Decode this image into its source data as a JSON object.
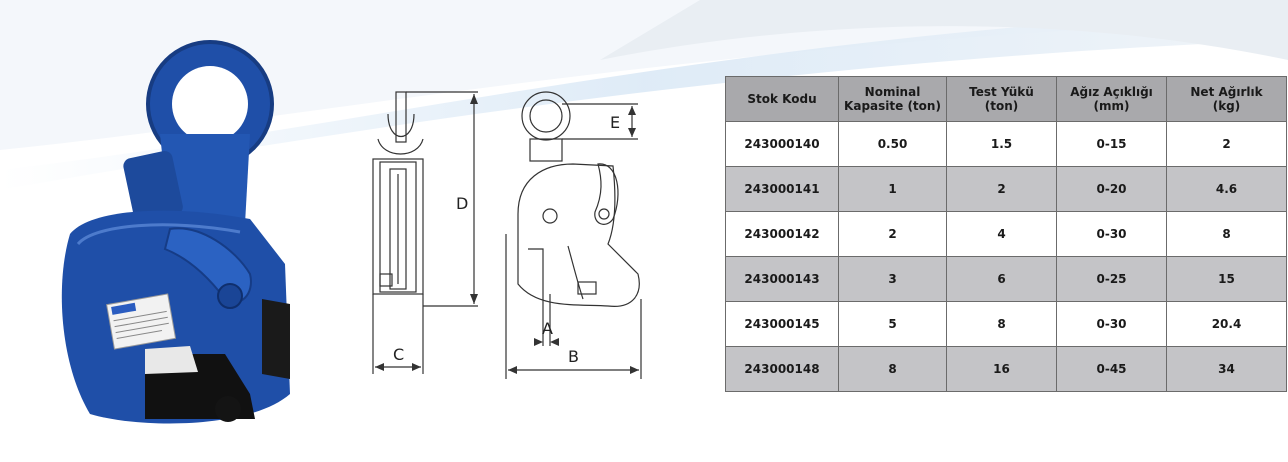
{
  "diagram": {
    "labels": {
      "d": "D",
      "e": "E",
      "c": "C",
      "a": "A",
      "b": "B"
    }
  },
  "table": {
    "headers": [
      {
        "line1": "Stok Kodu",
        "line2": ""
      },
      {
        "line1": "Nominal",
        "line2": "Kapasite (ton)"
      },
      {
        "line1": "Test Yükü",
        "line2": "(ton)"
      },
      {
        "line1": "Ağız Açıklığı",
        "line2": "(mm)"
      },
      {
        "line1": "Net Ağırlık",
        "line2": "(kg)"
      }
    ],
    "rows": [
      [
        "243000140",
        "0.50",
        "1.5",
        "0-15",
        "2"
      ],
      [
        "243000141",
        "1",
        "2",
        "0-20",
        "4.6"
      ],
      [
        "243000142",
        "2",
        "4",
        "0-30",
        "8"
      ],
      [
        "243000143",
        "3",
        "6",
        "0-25",
        "15"
      ],
      [
        "243000145",
        "5",
        "8",
        "0-30",
        "20.4"
      ],
      [
        "243000148",
        "8",
        "16",
        "0-45",
        "34"
      ]
    ]
  },
  "colors": {
    "header_bg": "#a9a9ac",
    "alt_row_bg": "#c4c4c7",
    "clamp_blue": "#1f4fa8",
    "swoosh": "#d7e6f4"
  }
}
